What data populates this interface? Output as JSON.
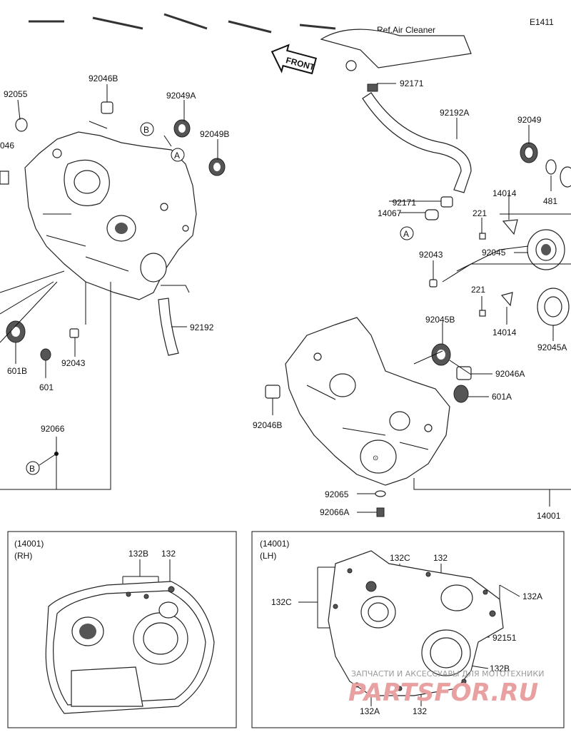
{
  "page_ref": "E1411",
  "ref_note": "Ref.Air Cleaner",
  "front_arrow": "FRONT",
  "callouts": [
    {
      "id": "92046B",
      "label": "92046B"
    },
    {
      "id": "92055",
      "label": "92055"
    },
    {
      "id": "92049A",
      "label": "92049A"
    },
    {
      "id": "92049B",
      "label": "92049B"
    },
    {
      "id": "046",
      "label": "046"
    },
    {
      "id": "92171a",
      "label": "92171"
    },
    {
      "id": "92192A",
      "label": "92192A"
    },
    {
      "id": "92049",
      "label": "92049"
    },
    {
      "id": "92171b",
      "label": "92171"
    },
    {
      "id": "14067",
      "label": "14067"
    },
    {
      "id": "481",
      "label": "481"
    },
    {
      "id": "14014a",
      "label": "14014"
    },
    {
      "id": "221a",
      "label": "221"
    },
    {
      "id": "92045",
      "label": "92045"
    },
    {
      "id": "92043a",
      "label": "92043"
    },
    {
      "id": "221b",
      "label": "221"
    },
    {
      "id": "14014b",
      "label": "14014"
    },
    {
      "id": "92045A",
      "label": "92045A"
    },
    {
      "id": "92045B",
      "label": "92045B"
    },
    {
      "id": "92046A",
      "label": "92046A"
    },
    {
      "id": "601A",
      "label": "601A"
    },
    {
      "id": "92192",
      "label": "92192"
    },
    {
      "id": "601B",
      "label": "601B"
    },
    {
      "id": "92043b",
      "label": "92043"
    },
    {
      "id": "601",
      "label": "601"
    },
    {
      "id": "92046B2",
      "label": "92046B"
    },
    {
      "id": "92066",
      "label": "92066"
    },
    {
      "id": "92065",
      "label": "92065"
    },
    {
      "id": "92066A",
      "label": "92066A"
    },
    {
      "id": "14001",
      "label": "14001"
    }
  ],
  "refs": {
    "A": "A",
    "B": "B"
  },
  "inset_rh": {
    "title": "(14001)",
    "side": "(RH)",
    "labels": {
      "l132B": "132B",
      "l132": "132"
    }
  },
  "inset_lh": {
    "title": "(14001)",
    "side": "(LH)",
    "labels": {
      "l132C1": "132C",
      "l132": "132",
      "l132C2": "132C",
      "l132A1": "132A",
      "l92151": "92151",
      "l132B": "132B",
      "l132A2": "132A",
      "l132b": "132"
    }
  },
  "watermark": {
    "line1": "ЗАПЧАСТИ И АКСЕССУАРЫ ДЛЯ МОТОТЕХНИКИ",
    "line2": "PARTSFOR.RU"
  }
}
